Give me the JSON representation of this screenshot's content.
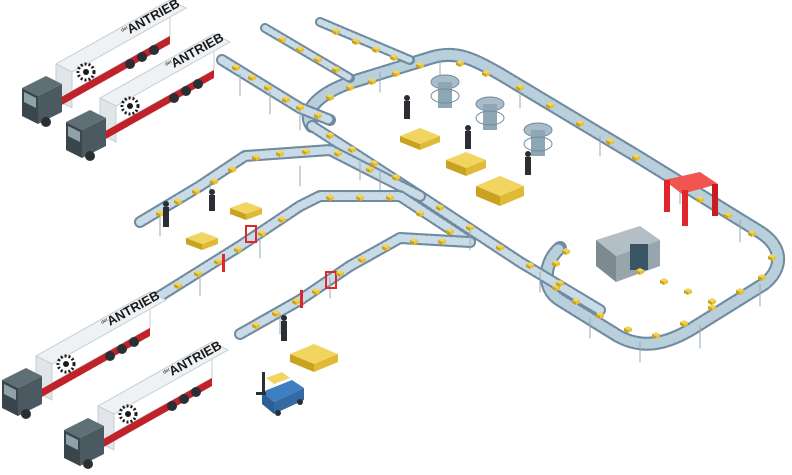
{
  "illustration": {
    "subject": "",
    "trucks": [
      {
        "brand": "ANTRIEB",
        "prefix": "der"
      },
      {
        "brand": "ANTRIEB",
        "prefix": "der"
      },
      {
        "brand": "ANTRIEB",
        "prefix": "der"
      },
      {
        "brand": "ANTRIEB",
        "prefix": "der"
      }
    ],
    "colors": {
      "conveyor_side": "#6f8ba0",
      "conveyor_top": "#b9cfdc",
      "conveyor_roller": "#d8e6ee",
      "parcel": "#e6c23a",
      "parcel_dark": "#c9a21f",
      "truck_cab": "#4b5a60",
      "truck_body": "#ffffff",
      "truck_chassis": "#c0222a",
      "gantry": "#e1262b",
      "scanner": "#8d9aa3",
      "forklift": "#3e7fc1"
    }
  }
}
